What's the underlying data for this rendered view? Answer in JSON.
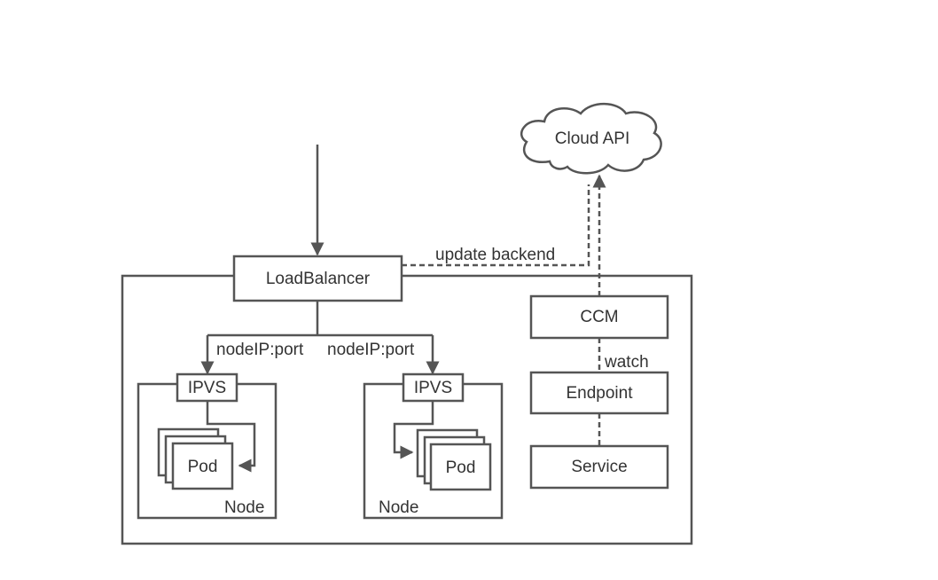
{
  "cloud": {
    "label": "Cloud API"
  },
  "load_balancer": {
    "label": "LoadBalancer"
  },
  "edges": {
    "update_backend": "update backend",
    "node_port_left": "nodeIP:port",
    "node_port_right": "nodeIP:port",
    "watch": "watch"
  },
  "nodes": [
    {
      "label": "Node",
      "ipvs": "IPVS",
      "pod": "Pod"
    },
    {
      "label": "Node",
      "ipvs": "IPVS",
      "pod": "Pod"
    }
  ],
  "controller": {
    "ccm": "CCM",
    "endpoint": "Endpoint",
    "service": "Service"
  },
  "colors": {
    "stroke": "#555555",
    "text": "#333333",
    "background": "#ffffff"
  }
}
